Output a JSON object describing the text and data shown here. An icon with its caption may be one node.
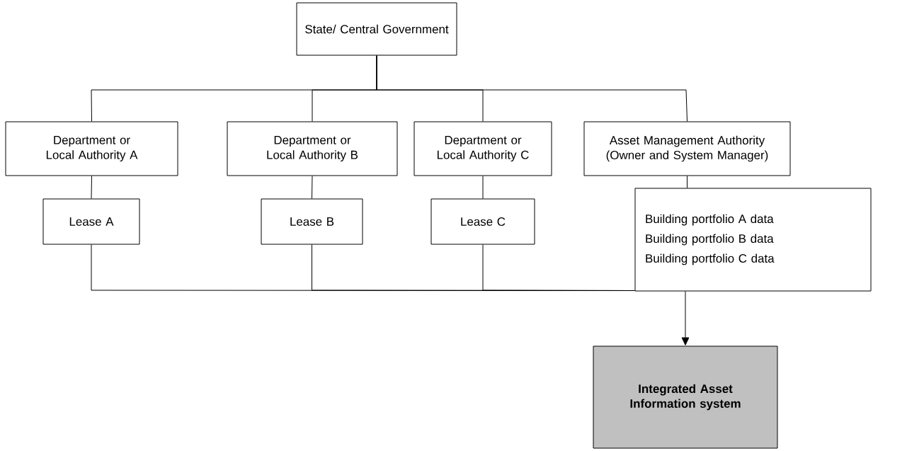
{
  "diagram": {
    "nodes": [
      {
        "text": [
          "State/ Central Government"
        ]
      },
      {
        "text": [
          "Department or Local Authority A"
        ]
      },
      {
        "text": [
          "Department or Local Authority B"
        ]
      },
      {
        "text": [
          "Department or Local Authority C"
        ]
      },
      {
        "text": [
          "Asset Management Authority (Owner and System Manager)"
        ]
      },
      {
        "text": [
          "Lease A"
        ]
      },
      {
        "text": [
          "Lease B"
        ]
      },
      {
        "text": [
          "Lease C"
        ]
      },
      {
        "text": [
          "Building portfolio A data",
          "Building portfolio B data",
          "Building portfolio C data"
        ]
      },
      {
        "text": [
          "Integrated Asset Information system"
        ]
      }
    ],
    "edges": [
      {
        "from": 0,
        "to": 1,
        "arrow": "none"
      },
      {
        "from": 0,
        "to": 2,
        "arrow": "none"
      },
      {
        "from": 0,
        "to": 3,
        "arrow": "none"
      },
      {
        "from": 0,
        "to": 4,
        "arrow": "none"
      },
      {
        "from": 1,
        "to": 5,
        "arrow": "none"
      },
      {
        "from": 2,
        "to": 6,
        "arrow": "none"
      },
      {
        "from": 3,
        "to": 7,
        "arrow": "none"
      },
      {
        "from": 4,
        "to": 8,
        "arrow": "none"
      },
      {
        "from": 5,
        "to": 8,
        "arrow": "none"
      },
      {
        "from": 6,
        "to": 8,
        "arrow": "none"
      },
      {
        "from": 7,
        "to": 8,
        "arrow": "none"
      },
      {
        "from": 8,
        "to": 9,
        "arrow": "to"
      }
    ]
  }
}
